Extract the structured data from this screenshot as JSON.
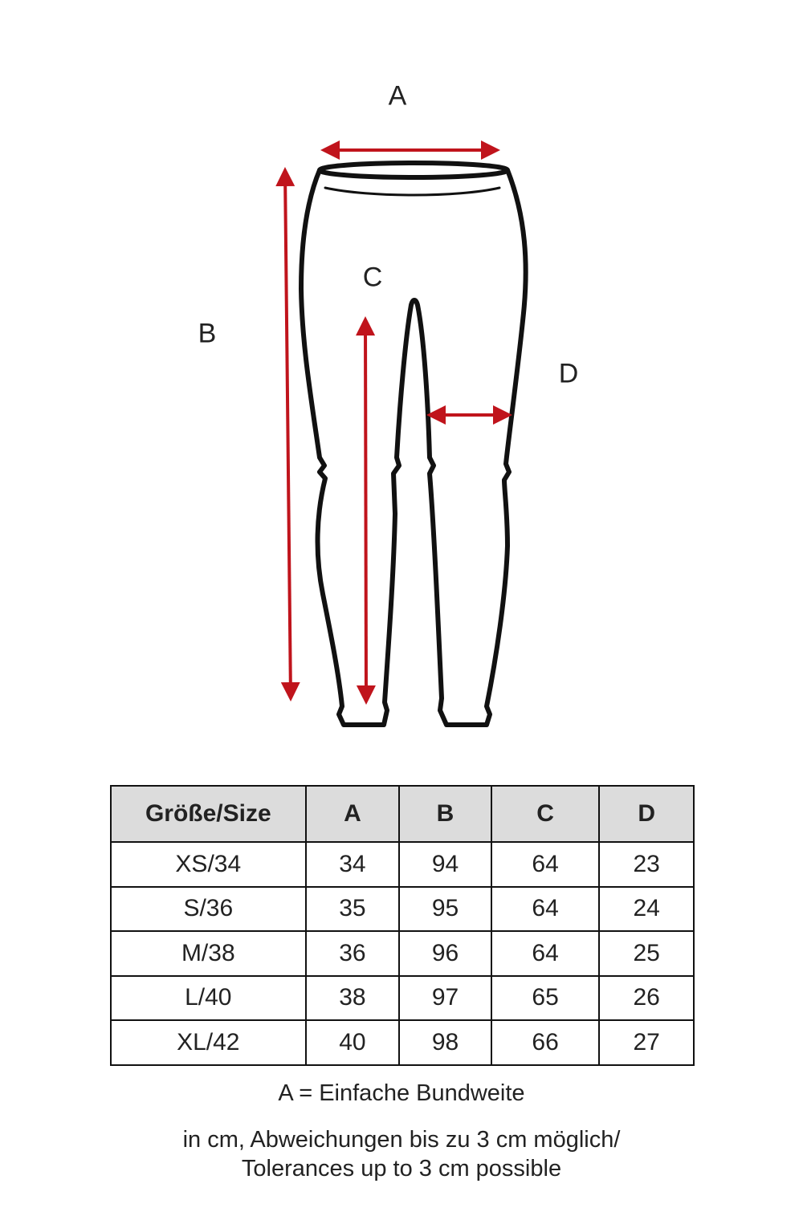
{
  "labels": {
    "A": "A",
    "B": "B",
    "C": "C",
    "D": "D"
  },
  "colors": {
    "arrow": "#c0141c",
    "outline": "#111111",
    "header_bg": "#dcdcdc"
  },
  "table": {
    "headers": [
      "Größe/Size",
      "A",
      "B",
      "C",
      "D"
    ],
    "rows": [
      [
        "XS/34",
        "34",
        "94",
        "64",
        "23"
      ],
      [
        "S/36",
        "35",
        "95",
        "64",
        "24"
      ],
      [
        "M/38",
        "36",
        "96",
        "64",
        "25"
      ],
      [
        "L/40",
        "38",
        "97",
        "65",
        "26"
      ],
      [
        "XL/42",
        "40",
        "98",
        "66",
        "27"
      ]
    ]
  },
  "notes": {
    "legend": "A = Einfache Bundweite",
    "tolerance_de": "in cm, Abweichungen bis zu 3 cm möglich/",
    "tolerance_en": "Tolerances up to 3 cm possible"
  }
}
